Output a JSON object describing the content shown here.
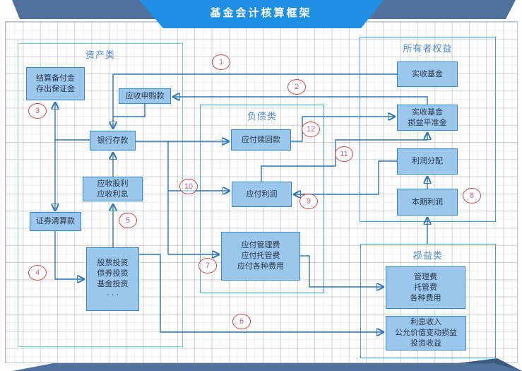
{
  "banner": {
    "title": "基金会计核算框架"
  },
  "groups": {
    "assets": {
      "title": "资产类"
    },
    "liabilities": {
      "title": "负债类"
    },
    "equity": {
      "title": "所有者权益"
    },
    "pnl": {
      "title": "损益类"
    }
  },
  "boxes": {
    "settlement_reserve": {
      "label": "结算备付金\n存出保证金"
    },
    "subscription_receivable": {
      "label": "应收申购款"
    },
    "bank_deposit": {
      "label": "银行存款"
    },
    "dividend_interest_receivable": {
      "label": "应收股利\n应收利息"
    },
    "securities_clearing": {
      "label": "证券清算款"
    },
    "investments": {
      "label": "股票投资\n债券投资\n基金投资\n· · ·"
    },
    "redemption_payable": {
      "label": "应付赎回款"
    },
    "profit_payable": {
      "label": "应付利润"
    },
    "fees_payable": {
      "label": "应付管理费\n应付托管费\n应付各种费用"
    },
    "paid_in_capital": {
      "label": "实收基金"
    },
    "capital_equalization": {
      "label": "实收基金\n损益平准金"
    },
    "profit_distribution": {
      "label": "利润分配"
    },
    "current_profit": {
      "label": "本期利润"
    },
    "expenses": {
      "label": "管理费\n托管费\n各种费用"
    },
    "income": {
      "label": "利息收入\n公允价值变动损益\n投资收益"
    }
  },
  "step_markers": {
    "s1": {
      "number": "1"
    },
    "s2": {
      "number": "2"
    },
    "s3": {
      "number": "3"
    },
    "s4": {
      "number": "4"
    },
    "s5": {
      "number": "5"
    },
    "s6": {
      "number": "6"
    },
    "s7": {
      "number": "7"
    },
    "s8": {
      "number": "8"
    },
    "s9": {
      "number": "9"
    },
    "s10": {
      "number": "10"
    },
    "s11": {
      "number": "11"
    },
    "s12": {
      "number": "12"
    }
  },
  "colors": {
    "banner_blue": "#1e8fe2",
    "band_slate": "#50719b",
    "node_fill": "#9cc7ec",
    "node_border": "#3a87c8",
    "connector": "#2e75b6",
    "assets_group_border": "#7fccc0",
    "blue_group_border": "#41a0dc",
    "marker_border_red": "#d04545",
    "marker_number_pink": "#c0648f"
  }
}
